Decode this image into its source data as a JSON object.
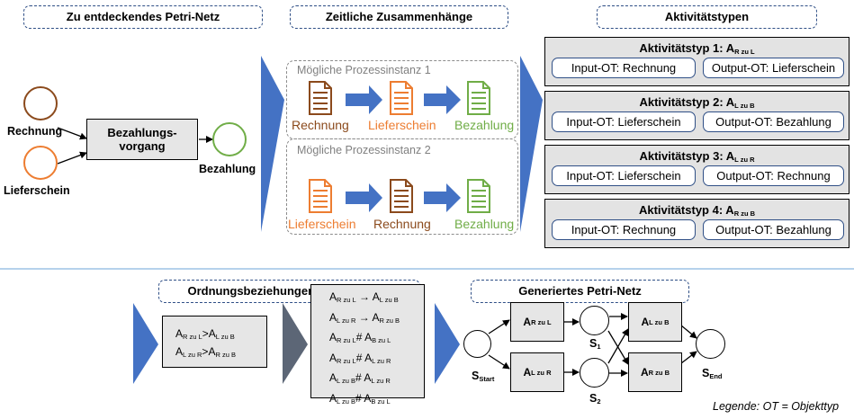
{
  "titles": {
    "petri_to_discover": "Zu entdeckendes Petri-Netz",
    "temporal": "Zeitliche Zusammenhänge",
    "activity_types": "Aktivitätstypen",
    "ordering": "Ordnungsbeziehungen aus Eventlog",
    "generated": "Generiertes Petri-Netz"
  },
  "top_net": {
    "place_rechnung": "Rechnung",
    "place_lieferschein": "Lieferschein",
    "transition_line1": "Bezahlungs-",
    "transition_line2": "vorgang",
    "place_bezahlung": "Bezahlung"
  },
  "instances": [
    {
      "title": "Mögliche Prozessinstanz 1",
      "docs": [
        "Rechnung",
        "Lieferschein",
        "Bezahlung"
      ]
    },
    {
      "title": "Mögliche Prozessinstanz 2",
      "docs": [
        "Lieferschein",
        "Rechnung",
        "Bezahlung"
      ]
    }
  ],
  "activity_types": [
    {
      "header": "Aktivitätstyp 1: A",
      "sub": "R zu L",
      "input": "Input-OT: Rechnung",
      "output": "Output-OT: Lieferschein"
    },
    {
      "header": "Aktivitätstyp 2: A",
      "sub": "L zu B",
      "input": "Input-OT: Lieferschein",
      "output": "Output-OT: Bezahlung"
    },
    {
      "header": "Aktivitätstyp 3: A",
      "sub": "L zu R",
      "input": "Input-OT: Lieferschein",
      "output": "Output-OT: Rechnung"
    },
    {
      "header": "Aktivitätstyp 4: A",
      "sub": "R zu B",
      "input": "Input-OT: Rechnung",
      "output": "Output-OT: Bezahlung"
    }
  ],
  "ordering_box1": [
    {
      "a": "R zu L",
      "op": ">",
      "b": "L zu B"
    },
    {
      "a": "L zu R",
      "op": ">",
      "b": "R zu B"
    }
  ],
  "ordering_box2": [
    {
      "a": "R zu L",
      "op": "→",
      "b": "L zu B"
    },
    {
      "a": "L zu R",
      "op": "→",
      "b": "R zu B"
    },
    {
      "a": "R zu L",
      "op": "#",
      "b": "B zu L"
    },
    {
      "a": "R zu L",
      "op": "#",
      "b": "L zu R"
    },
    {
      "a": "L zu B",
      "op": "#",
      "b": "L zu R"
    },
    {
      "a": "L zu B",
      "op": "#",
      "b": "B zu L"
    }
  ],
  "generated_net": {
    "s_start": "S",
    "s_start_sub": "Start",
    "s1": "S",
    "s1_sub": "1",
    "s2": "S",
    "s2_sub": "2",
    "s_end": "S",
    "s_end_sub": "End",
    "t_rl": "R zu L",
    "t_lr": "L zu R",
    "t_lb": "L zu B",
    "t_rb": "R zu B",
    "a": "A"
  },
  "legend": "Legende: OT = Objekttyp",
  "colors": {
    "rechnung": "#8b4a1c",
    "lieferschein": "#ed7d31",
    "bezahlung": "#70ad47",
    "accent_blue": "#4472c4",
    "navy": "#2f4f86"
  }
}
